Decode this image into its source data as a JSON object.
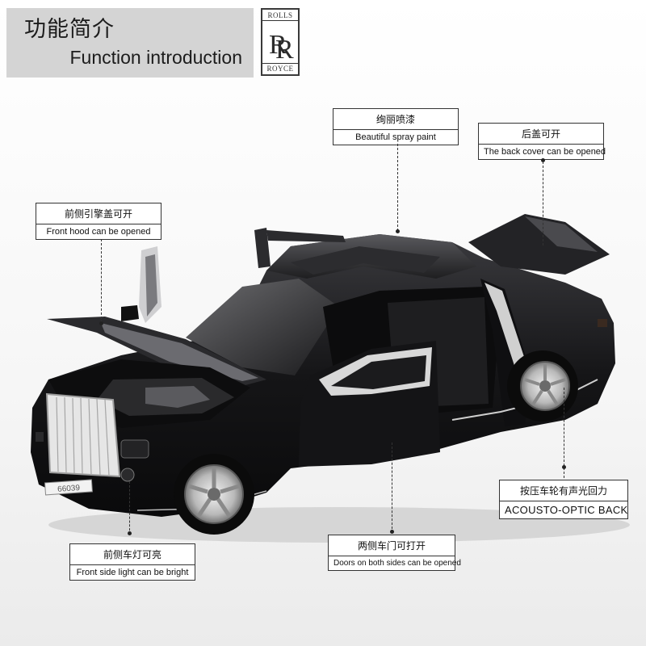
{
  "header": {
    "title_cn": "功能简介",
    "title_en": "Function introduction"
  },
  "logo": {
    "top": "ROLLS",
    "monogram": "RR",
    "bottom": "ROYCE"
  },
  "car": {
    "plate": "66039",
    "body_color": "#1a1a1c",
    "chrome_color": "#d8d8d8"
  },
  "callouts": {
    "spray_paint": {
      "cn": "绚丽喷漆",
      "en": "Beautiful spray paint"
    },
    "back_cover": {
      "cn": "后盖可开",
      "en": "The back cover can be opened"
    },
    "front_hood": {
      "cn": "前侧引擎盖可开",
      "en": "Front hood can be opened"
    },
    "acousto_optic": {
      "cn": "按压车轮有声光回力",
      "en": "ACOUSTO-OPTIC  BACK"
    },
    "front_light": {
      "cn": "前侧车灯可亮",
      "en": "Front side light can be bright"
    },
    "doors": {
      "cn": "两侧车门可打开",
      "en": "Doors on both sides can be opened"
    }
  }
}
